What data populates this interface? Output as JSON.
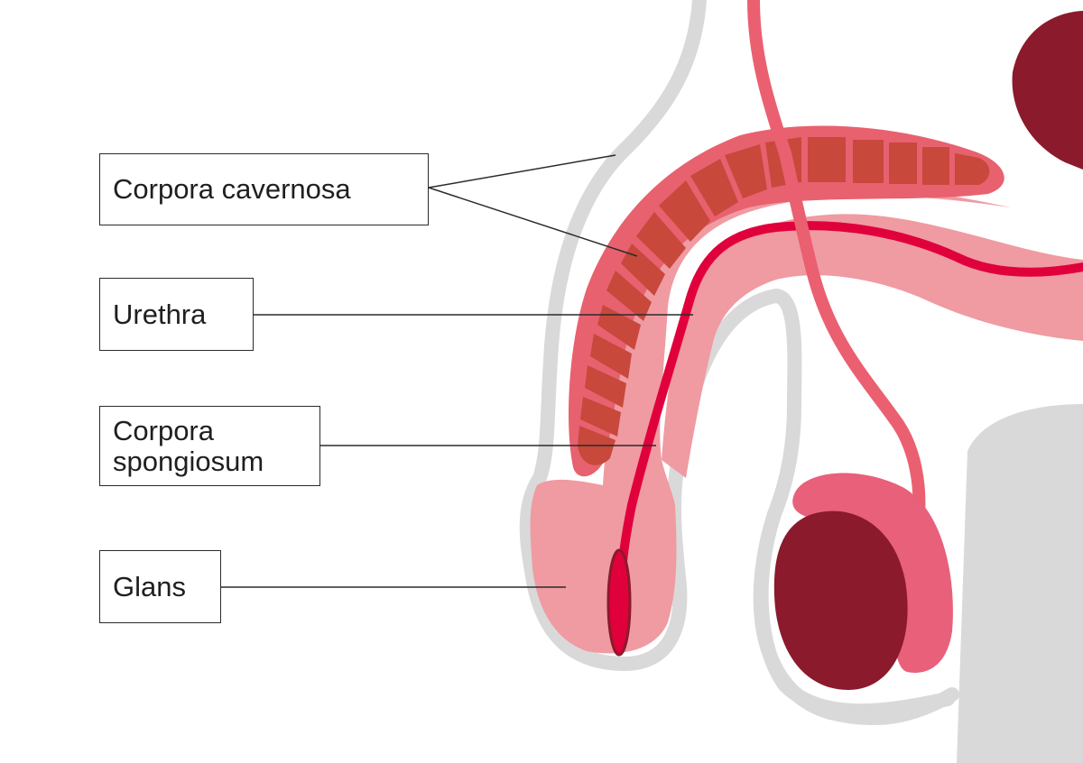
{
  "labels": {
    "corpora_cavernosa": "Corpora cavernosa",
    "urethra": "Urethra",
    "corpora_spongiosum": "Corpora\nspongiosum",
    "glans": "Glans"
  },
  "colors": {
    "skin_outline": "#d9d9d9",
    "body_gray": "#d9d9d9",
    "cavernosa_outer": "#e8616f",
    "cavernosa_segment": "#c8483c",
    "spongiosum": "#f09aa2",
    "urethra": "#e0003c",
    "vas_deferens": "#ea6070",
    "epididymis": "#e8607a",
    "testis": "#8b1a2c",
    "bladder": "#8b1a2c",
    "leader_line": "#2b2b2b"
  }
}
